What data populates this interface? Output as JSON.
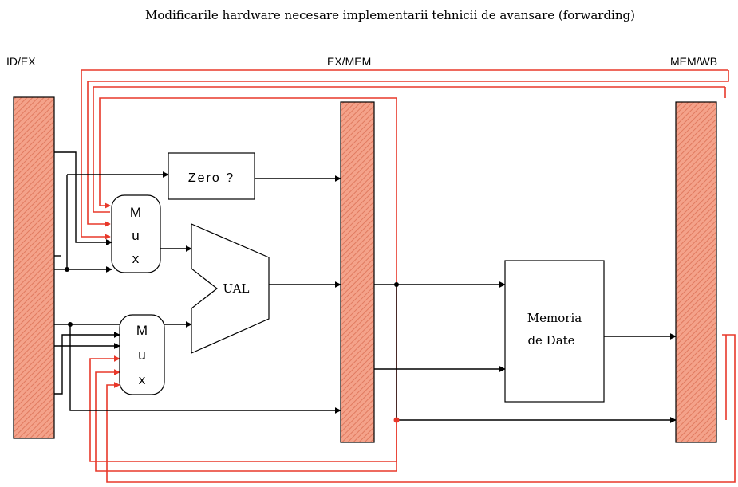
{
  "title": "Modificarile hardware necesare implementarii tehnicii de avansare (forwarding)",
  "registers": {
    "id_ex": "ID/EX",
    "ex_mem": "EX/MEM",
    "mem_wb": "MEM/WB"
  },
  "blocks": {
    "zero": "Zero ?",
    "alu": "UAL",
    "memory_line1": "Memoria",
    "memory_line2": "de Date"
  },
  "mux_top": {
    "letters": [
      "M",
      "u",
      "x"
    ]
  },
  "mux_bottom": {
    "letters": [
      "M",
      "u",
      "x"
    ]
  },
  "colors": {
    "register_fill": "#f4a28a",
    "register_hatch": "#e07a5f",
    "forward_path": "#e8382a",
    "wire": "#000000"
  }
}
